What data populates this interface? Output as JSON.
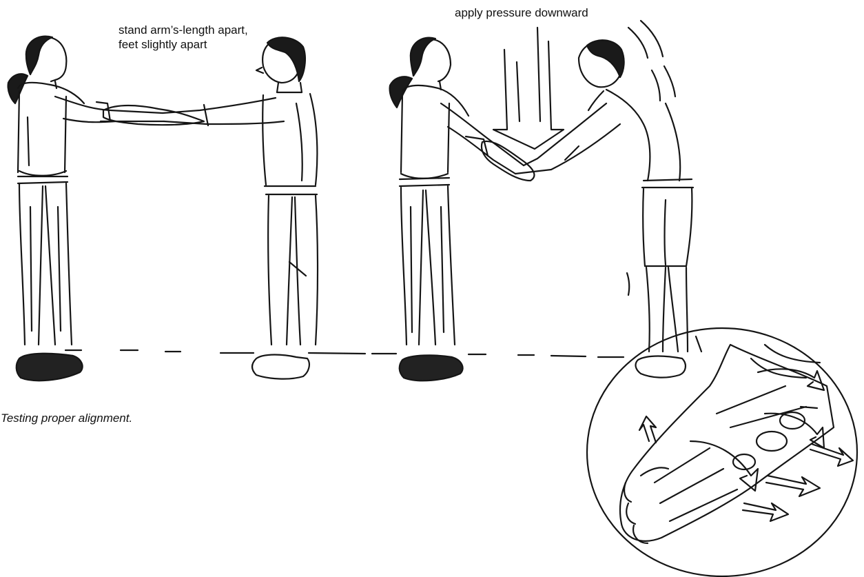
{
  "labels": {
    "stand_apart": "stand arm’s-length apart, feet slightly apart",
    "apply_pressure": "apply pressure downward",
    "caption": "Testing proper alignment."
  },
  "icons": {
    "arrow_down": "down-arrow-icon",
    "arrow_outward": "outward-arrow-icon"
  },
  "colors": {
    "ink": "#151515",
    "background": "#ffffff"
  }
}
